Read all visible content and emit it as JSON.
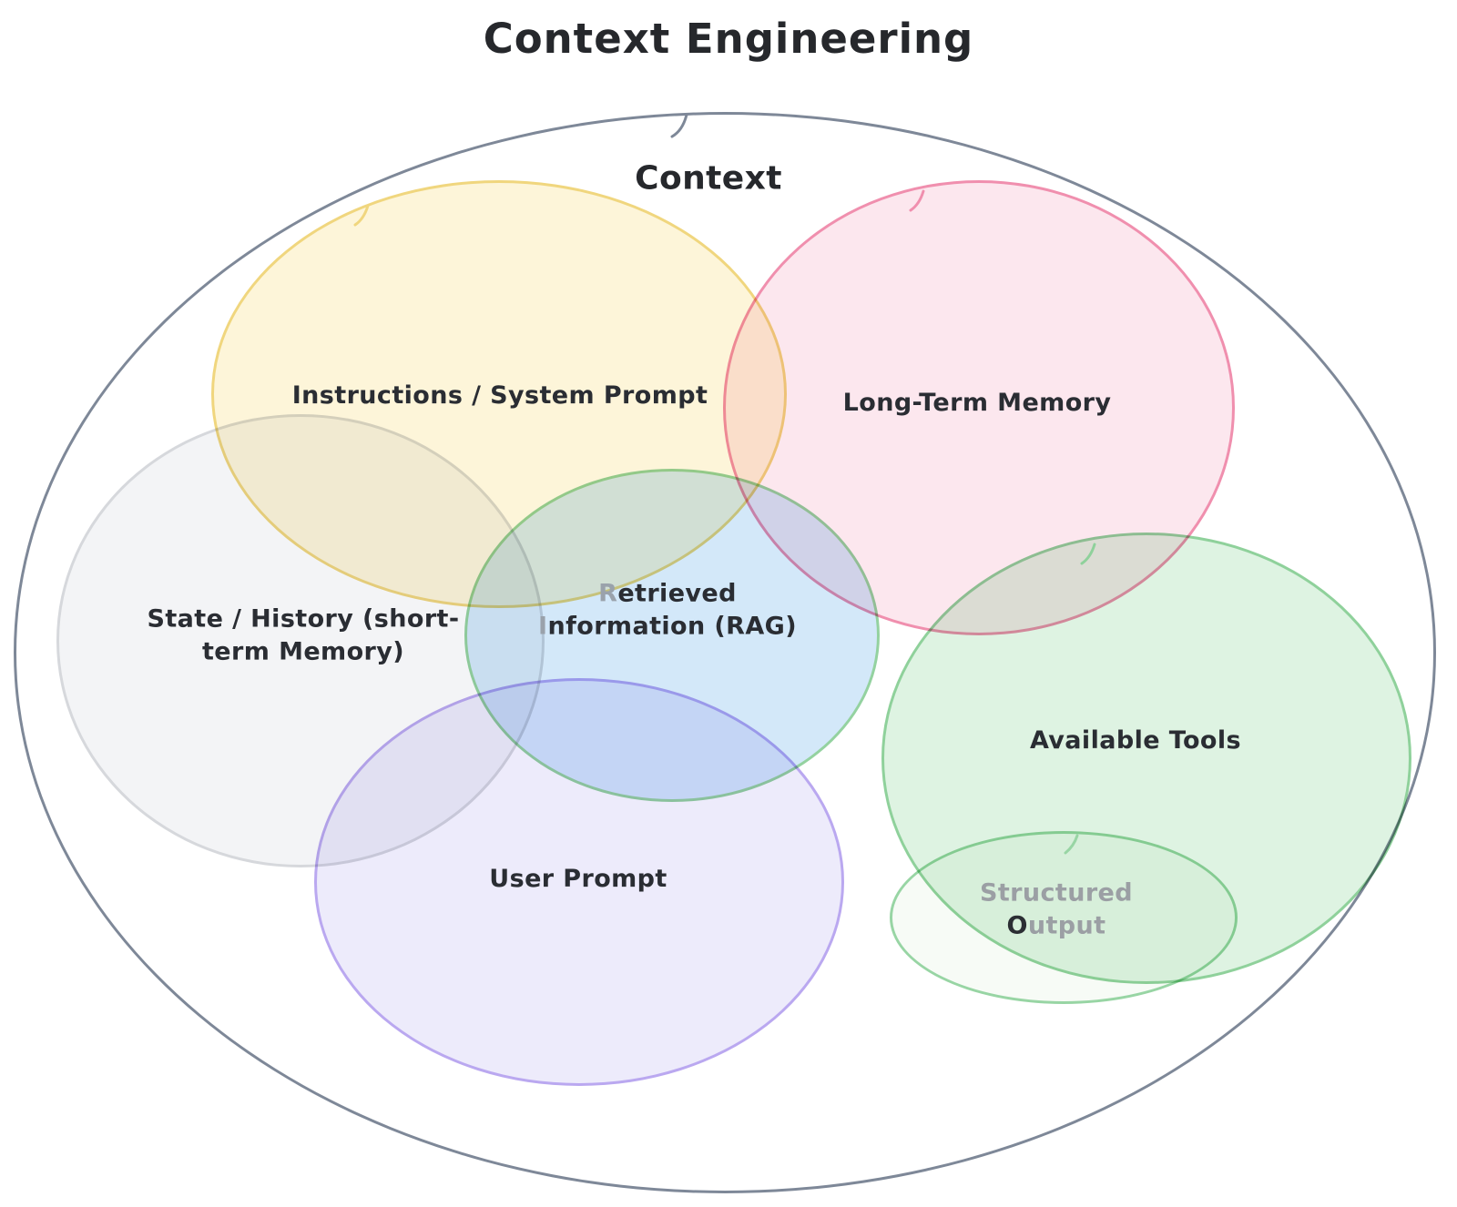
{
  "title": "Context Engineering",
  "outer": {
    "label": "Context",
    "stroke": "#7e8898"
  },
  "sets": [
    {
      "id": "instructions-system-prompt",
      "lines": [
        "Instructions / System Prompt"
      ],
      "stroke": "#f0d67e",
      "fill": "#fdf5d9"
    },
    {
      "id": "state-history-short-term-memory",
      "lines": [
        "State / History (short-",
        "term Memory)"
      ],
      "stroke": "#d6d8dc",
      "fill": "#f3f4f6"
    },
    {
      "id": "long-term-memory",
      "lines": [
        "Long-Term Memory"
      ],
      "stroke": "#f08fae",
      "fill": "#fce7ee"
    },
    {
      "id": "retrieved-information-rag",
      "lines": [
        "Retrieved",
        "Information (RAG)"
      ],
      "stroke": "#94d2a0",
      "fill": "#d3e8f9"
    },
    {
      "id": "available-tools",
      "lines": [
        "Available Tools"
      ],
      "stroke": "#8fd19b",
      "fill": "#def3e2"
    },
    {
      "id": "user-prompt",
      "lines": [
        "User Prompt"
      ],
      "stroke": "#baa8f0",
      "fill": "#edebfb"
    },
    {
      "id": "structured-output",
      "lines": [
        "Structured",
        "Output"
      ],
      "stroke": "#98d5a4",
      "fill": "#f7fbf6"
    }
  ],
  "text_colors": {
    "default": "#2a2d33",
    "muted": "#9aa2ab",
    "title": "#26282c"
  }
}
